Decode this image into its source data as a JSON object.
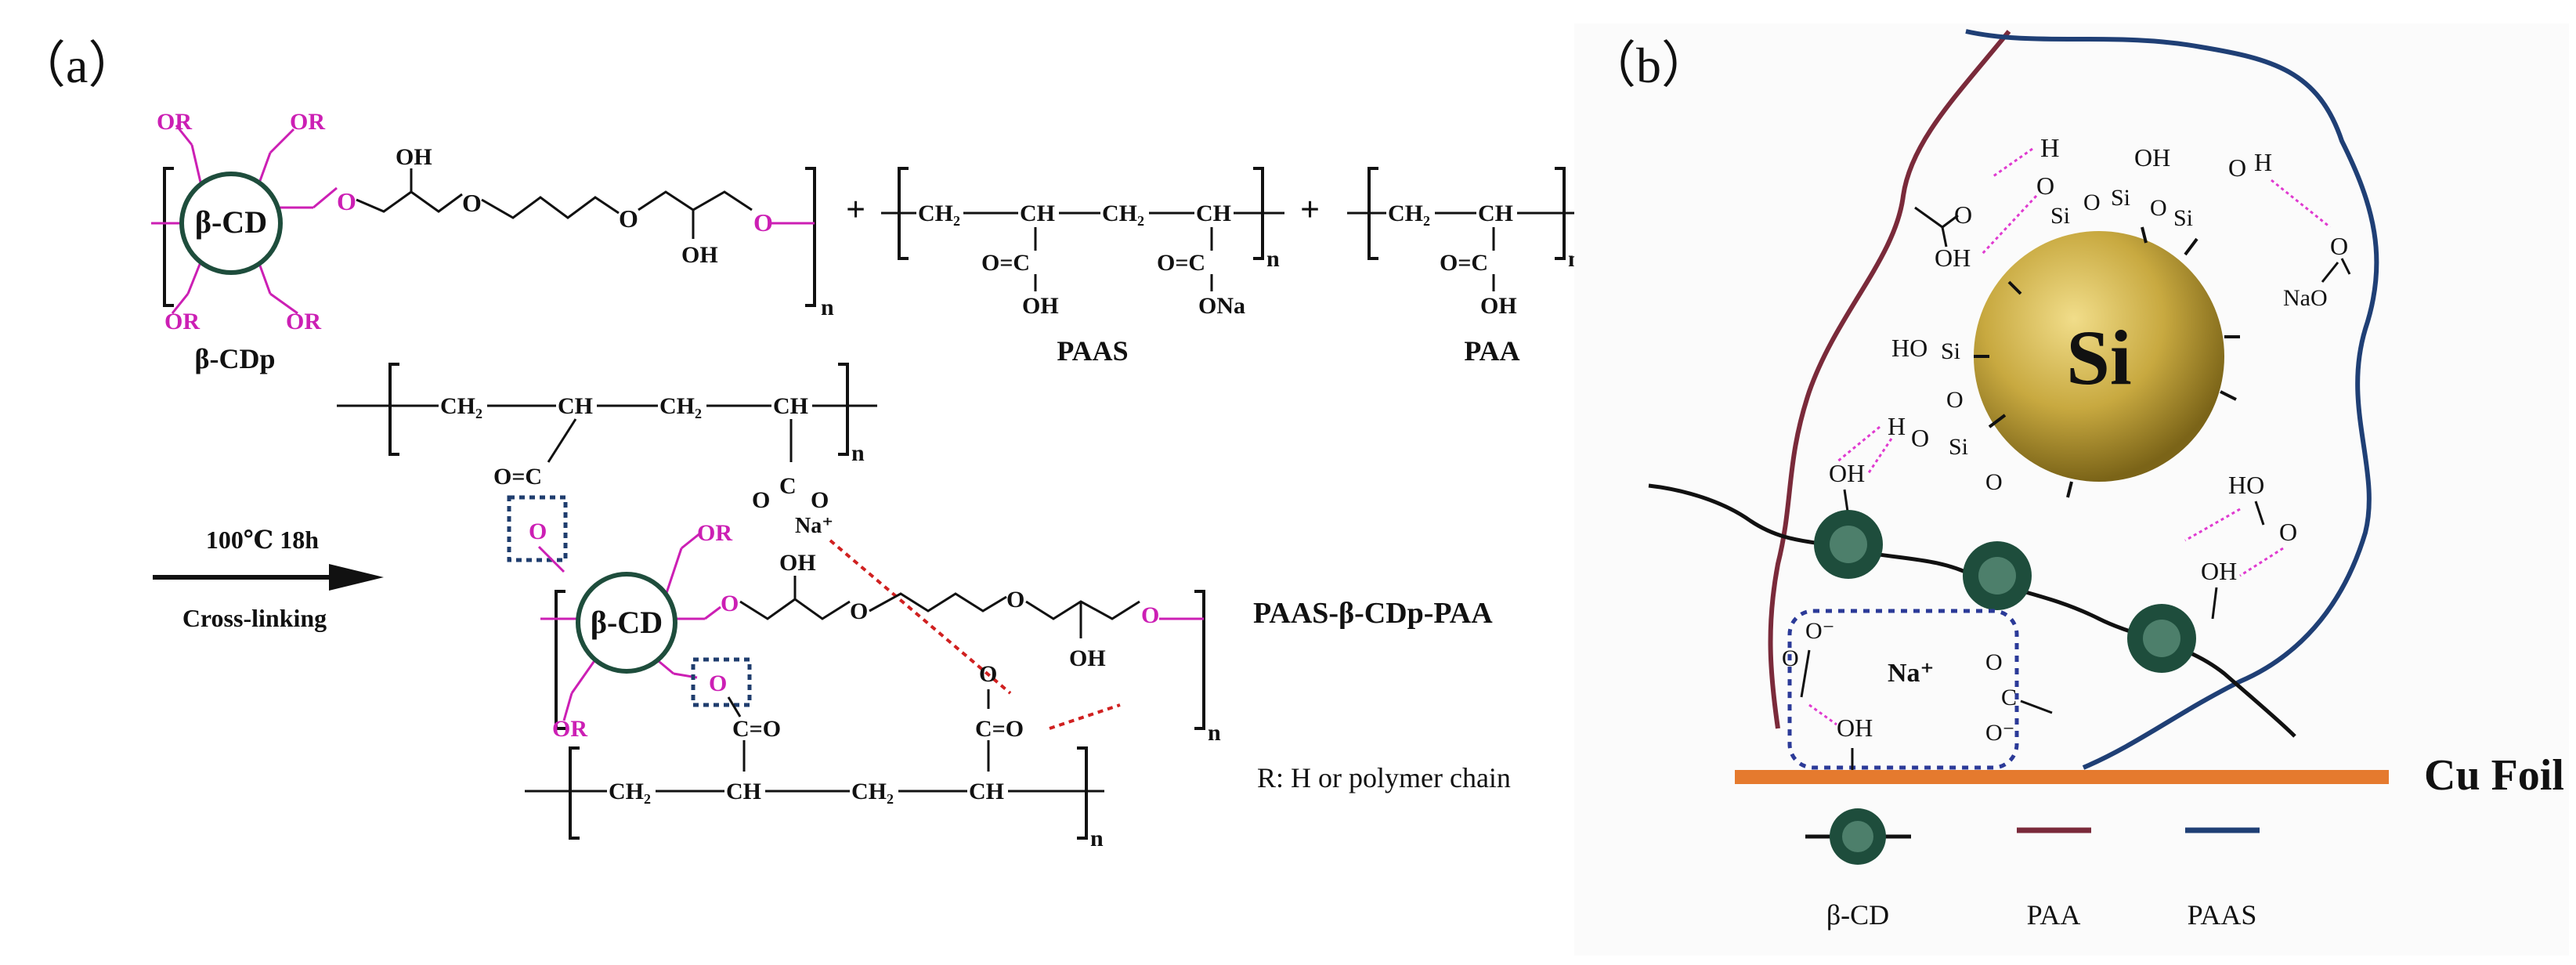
{
  "panels": {
    "a": {
      "label": "（a）",
      "cd_label": "β-CD",
      "or_label": "OR",
      "oh_label": "OH",
      "o_label": "O",
      "h_label": "H",
      "n_label": "n",
      "plus": "+",
      "ch2": "CH₂",
      "ch": "CH",
      "c": "C",
      "co_left": "O=C",
      "co_right": "C=O",
      "c_minus": "C",
      "o_minus": "O",
      "ona": "ONa",
      "na_plus": "Na⁺",
      "betacdp_name": "β-CDp",
      "paas_name": "PAAS",
      "paa_name": "PAA",
      "reaction_condition": "100℃ 18h",
      "reaction_type": "Cross-linking",
      "product_name": "PAAS-β-CDp-PAA",
      "r_note": "R: H or polymer chain"
    },
    "b": {
      "label": "（b）",
      "si_label": "Si",
      "si_small": "Si",
      "ho": "HO",
      "oh": "OH",
      "o": "O",
      "h": "H",
      "nao": "NaO",
      "c": "C",
      "na_plus": "Na⁺",
      "o_minus": "O⁻",
      "cu_foil": "Cu Foil",
      "legend": [
        "β-CD",
        "PAA",
        "PAAS"
      ]
    }
  },
  "colors": {
    "magenta": "#cc1fb4",
    "ring_fill": "#1e4d3c",
    "si_sphere": "#c8a940",
    "paa_line": "#7a2a3a",
    "paas_line": "#1f3f75",
    "cu_foil": "#e57a2e",
    "box_dashed": "#1f3d6e",
    "ionic_dash": "#d02020"
  }
}
